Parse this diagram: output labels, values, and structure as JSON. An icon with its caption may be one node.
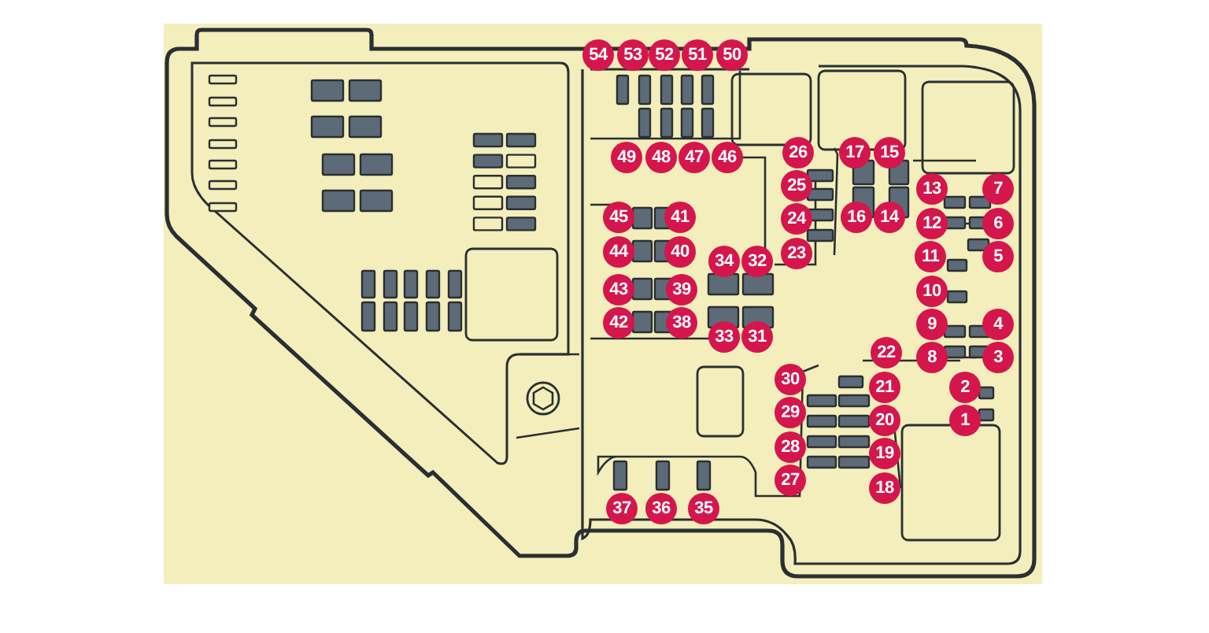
{
  "diagram": {
    "labels": [
      "1",
      "2",
      "3",
      "4",
      "5",
      "6",
      "7",
      "8",
      "9",
      "10",
      "11",
      "12",
      "13",
      "14",
      "15",
      "16",
      "17",
      "18",
      "19",
      "20",
      "21",
      "22",
      "23",
      "24",
      "25",
      "26",
      "27",
      "28",
      "29",
      "30",
      "31",
      "32",
      "33",
      "34",
      "35",
      "36",
      "37",
      "38",
      "39",
      "40",
      "41",
      "42",
      "43",
      "44",
      "45",
      "46",
      "47",
      "48",
      "49",
      "50",
      "51",
      "52",
      "53",
      "54"
    ]
  }
}
